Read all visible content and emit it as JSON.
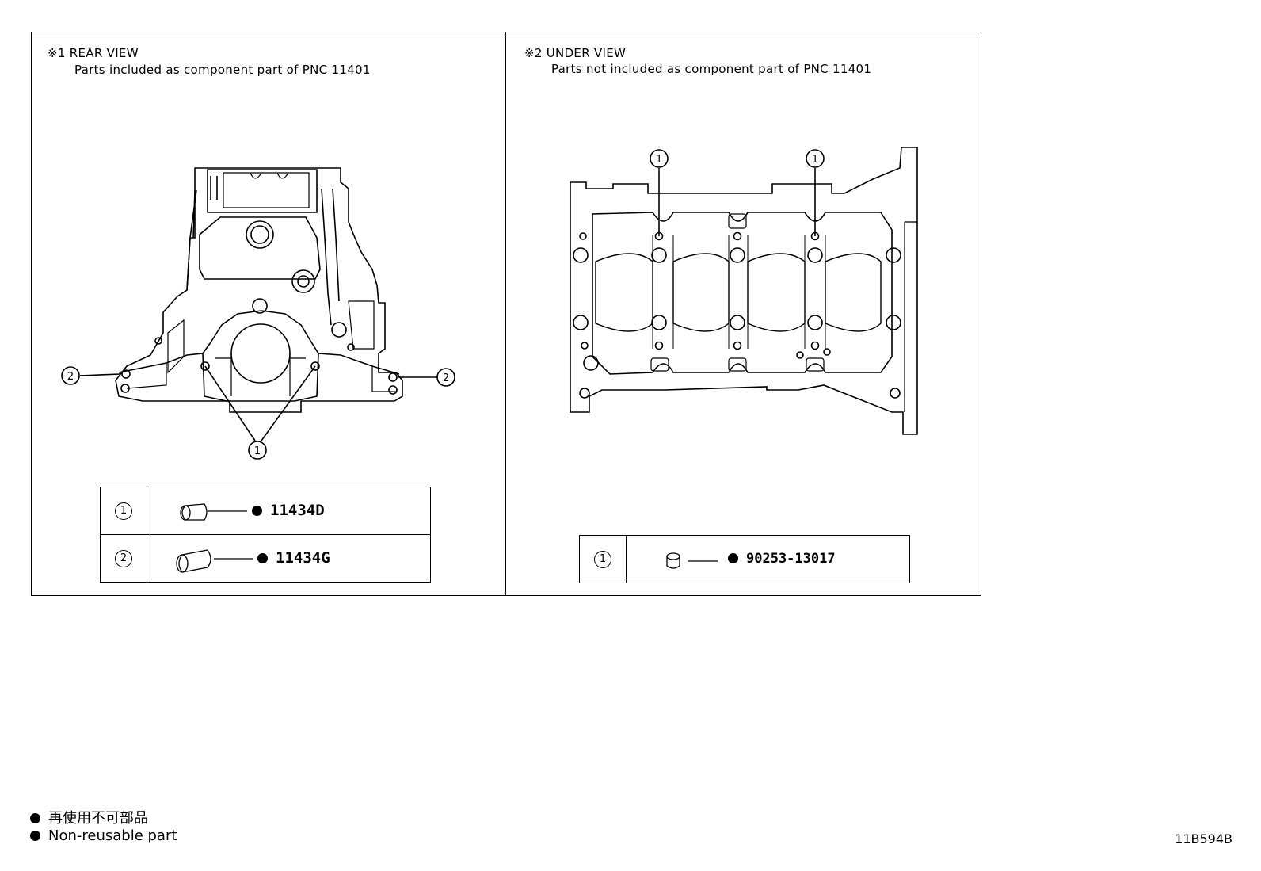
{
  "panel_left": {
    "title": "※1 REAR VIEW",
    "subtitle": "Parts included as component part of PNC 11401",
    "parts": [
      {
        "index": "1",
        "part_number": "11434D"
      },
      {
        "index": "2",
        "part_number": "11434G"
      }
    ]
  },
  "panel_right": {
    "title": "※2 UNDER VIEW",
    "subtitle": "Parts not included as component part of PNC 11401",
    "parts": [
      {
        "index": "1",
        "part_number": "90253-13017"
      }
    ]
  },
  "callouts": {
    "one": "1",
    "two": "2"
  },
  "legend": {
    "japanese": "再使用不可部品",
    "english": "Non-reusable part"
  },
  "figure_code": "11B594B",
  "colors": {
    "line": "#000000",
    "background": "#ffffff"
  }
}
